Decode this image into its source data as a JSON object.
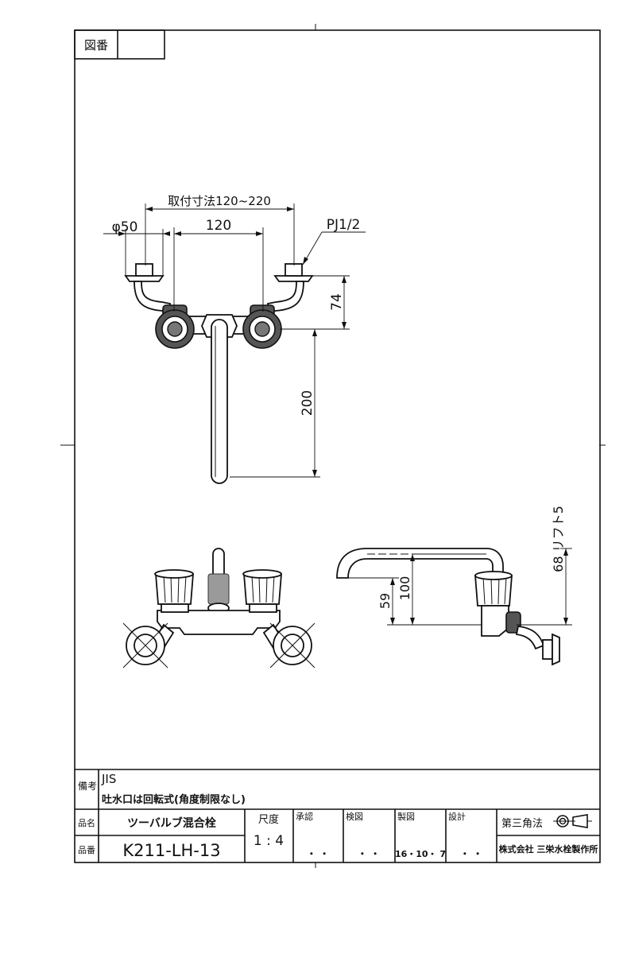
{
  "sheet": {
    "drawing_number_label": "図番",
    "drawing_number_value": ""
  },
  "dimensions": {
    "mount_span": "取付寸法120~220",
    "pipe_diameter": "φ50",
    "center_distance": "120",
    "thread": "PJ1/2",
    "height_top": "74",
    "spout_length": "200",
    "lift": "68 リフト5",
    "h_100": "100",
    "h_59": "59"
  },
  "notes": {
    "label": "備考",
    "line1": "JIS",
    "line2": "吐水口は回転式(角度制限なし)"
  },
  "title_block": {
    "name_label": "品名",
    "name_value": "ツーバルブ混合栓",
    "number_label": "品番",
    "number_value": "K211-LH-13",
    "scale_label": "尺度",
    "scale_value": "1 : 4",
    "approve_label": "承認",
    "approve_value": "・ ・",
    "check_label": "検図",
    "check_value": "・ ・",
    "draft_label": "製図",
    "draft_value": "16・10・ 7",
    "design_label": "設計",
    "design_value": "・ ・",
    "projection_label": "第三角法",
    "company": "株式会社 三栄水栓製作所"
  }
}
